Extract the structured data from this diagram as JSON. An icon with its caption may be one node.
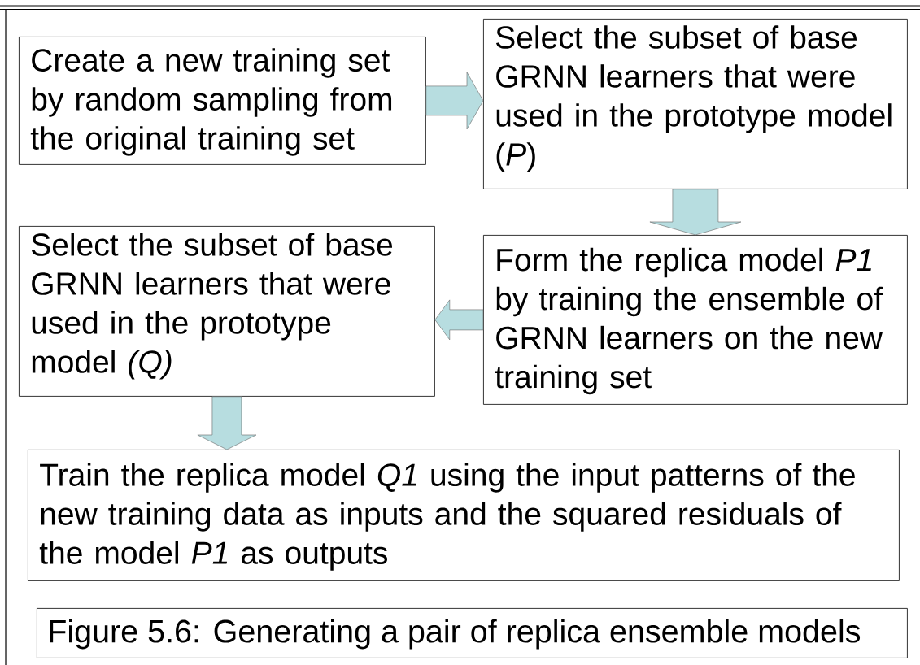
{
  "diagram": {
    "caption": "Figure 5.6: Generating a pair of replica ensemble models",
    "nodes": [
      {
        "text": [
          "Create a new training set by random sampling from the original training set"
        ]
      },
      {
        "text": [
          "Select the subset of base GRNN learners that were used in the prototype model (*P*)"
        ]
      },
      {
        "text": [
          "Form the replica model *P1* by training the ensemble of GRNN learners on the new training set"
        ]
      },
      {
        "text": [
          "Select the subset of base GRNN learners that were used in the prototype model *(Q)*"
        ]
      },
      {
        "text": [
          "Train the replica model *Q1* using the input patterns of the new training data as inputs and the squared residuals of the model *P1* as outputs"
        ]
      }
    ],
    "edges": [
      {
        "from": 0,
        "to": 1,
        "arrow": "to"
      },
      {
        "from": 1,
        "to": 2,
        "arrow": "to"
      },
      {
        "from": 2,
        "to": 3,
        "arrow": "to"
      },
      {
        "from": 3,
        "to": 4,
        "arrow": "to"
      }
    ]
  }
}
